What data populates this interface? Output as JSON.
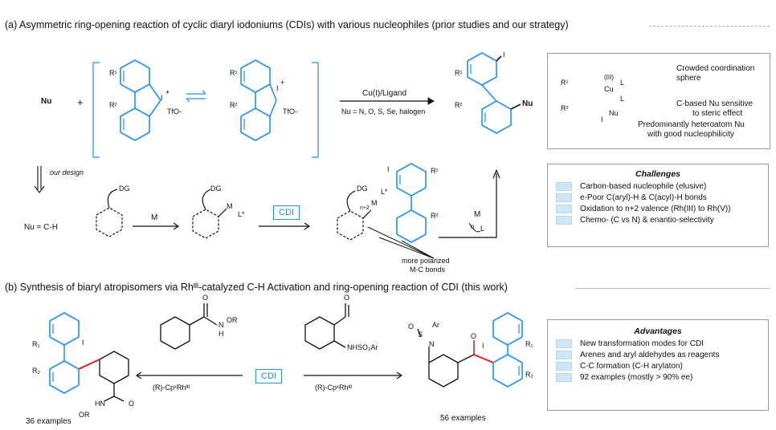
{
  "section_a": {
    "header": "(a) Asymmetric ring-opening reaction of cyclic diaryl iodoniums (CDIs) with various nucleophiles (prior studies and our strategy)",
    "nu_label": "Nu",
    "plus": "+",
    "r1": "R¹",
    "r2": "R²",
    "counterion": "TfO-",
    "iodine": "I",
    "plus_charge": "+",
    "reagent_top": "Cu(I)/Ligand",
    "reagent_bottom": "Nu = N, O, S, Se, halogen",
    "product_nu": "Nu",
    "our_design": "our design",
    "nu_ch": "Nu = C-H",
    "dg": "DG",
    "metal": "M",
    "metal_l": "M",
    "l_star": "L*",
    "cdi": "CDI",
    "n2": "n+2",
    "polarized": "more polarized",
    "polarized2": "M-C bonds",
    "m_release": "M",
    "n_release": "n",
    "l_release": "L",
    "cu_ox": "(III)",
    "cu": "Cu",
    "cu_l": "L",
    "cu_nu": "Nu",
    "note1": "Crowded coordination",
    "note1b": "sphere",
    "note2": "C-based Nu sensitive",
    "note2b": "to steric effect",
    "note3": "Predominantly heteroatom Nu",
    "note3b": "with good nucleophilicity"
  },
  "challenges": {
    "title": "Challenges",
    "items": [
      "Carbon-based nucleophile (elusive)",
      "e-Poor C(aryl)-H & C(acyl)-H bonds",
      "Oxidation to n+2 valence (Rh(III) to Rh(V))",
      "Chemo- (C vs N) & enantio-selectivity"
    ]
  },
  "section_b": {
    "header": "(b) Synthesis of biaryl atropisomers via Rhᴵᴵᴵ-catalyzed C-H Activation and ring-opening reaction of CDI (this work)",
    "or": "OR",
    "nh": "N",
    "h": "H",
    "o": "O",
    "cdi": "CDI",
    "cat_left": "(R)-CpˣRhᴵᴵᴵ",
    "cat_right": "(R)-CpˣRhᴵᴵᴵ",
    "nhso2ar": "NHSO₂Ar",
    "ar": "Ar",
    "s": "S",
    "r1": "R₁",
    "r2": "R₂",
    "iodine": "I",
    "hn": "HN",
    "left_examples": "36 examples",
    "right_examples": "56 examples"
  },
  "advantages": {
    "title": "Advantages",
    "items": [
      "New transformation modes for CDI",
      "Arenes and aryl aldehydes as reagents",
      "C-C formation (C-H arylaton)",
      "92 examples (mostly > 90% ee)"
    ]
  },
  "colors": {
    "blue": "#1e90ff",
    "red": "#e02020",
    "chip": "#cfe6f7"
  }
}
